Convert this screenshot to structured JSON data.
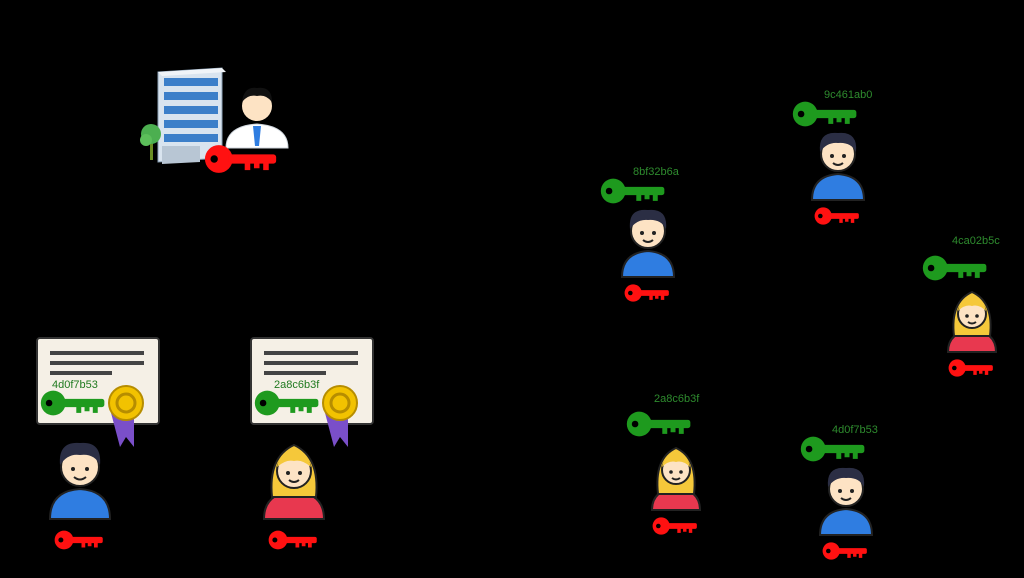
{
  "colors": {
    "background": "#000000",
    "public_key": "#1e9a1e",
    "private_key": "#ff1111",
    "key_label": "#2e8b2e",
    "cert_paper": "#f5f0e6",
    "cert_border": "#333333",
    "seal_gold": "#f2c200",
    "ribbon": "#7a4fc9",
    "male_shirt": "#2f7de1",
    "female_shirt": "#e8384f",
    "male_hair": "#2b2e44",
    "female_hair": "#f5c83a",
    "skin": "#fde3c4"
  },
  "authority": {
    "icons": [
      "building-icon",
      "businessman-icon",
      "tree-icon"
    ],
    "private_key_icon": "private-key-icon"
  },
  "certificates": [
    {
      "key_id": "4d0f7b53",
      "holder": "male"
    },
    {
      "key_id": "2a8c6b3f",
      "holder": "female"
    }
  ],
  "users": [
    {
      "key_id": "9c461ab0",
      "gender": "male"
    },
    {
      "key_id": "8bf32b6a",
      "gender": "male"
    },
    {
      "key_id": "4ca02b5c",
      "gender": "female"
    },
    {
      "key_id": "2a8c6b3f",
      "gender": "female"
    },
    {
      "key_id": "4d0f7b53",
      "gender": "male"
    }
  ]
}
